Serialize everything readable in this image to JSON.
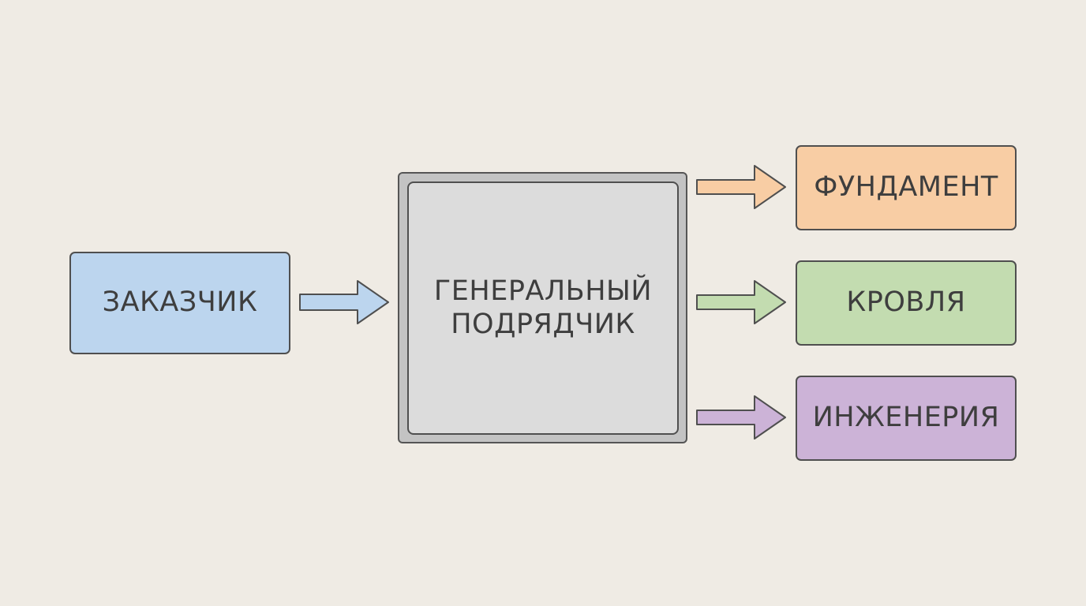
{
  "nodes": {
    "client": "ЗАКАЗЧИК",
    "general_contractor": "ГЕНЕРАЛЬНЫЙ\nПОДРЯДЧИК",
    "subcontractors": {
      "foundation": "ФУНДАМЕНТ",
      "roof": "КРОВЛЯ",
      "engineering": "ИНЖЕНЕРИЯ"
    }
  },
  "colors": {
    "background": "#efebe4",
    "client": "#bcd5ee",
    "general_contractor": "#dcdcdc",
    "foundation": "#f8cda4",
    "roof": "#c3dcb0",
    "engineering": "#ccb3d7",
    "outline": "#4f4f4f"
  },
  "edges": [
    {
      "from": "client",
      "to": "general_contractor"
    },
    {
      "from": "general_contractor",
      "to": "foundation"
    },
    {
      "from": "general_contractor",
      "to": "roof"
    },
    {
      "from": "general_contractor",
      "to": "engineering"
    }
  ]
}
